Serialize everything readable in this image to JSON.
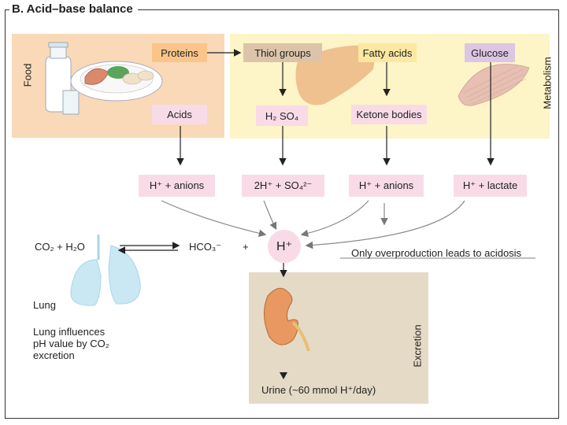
{
  "title": "B. Acid–base balance",
  "regions": {
    "food": "Food",
    "metabolism": "Metabolism",
    "excretion": "Excretion"
  },
  "sources": {
    "proteins": "Proteins",
    "thiol_groups": "Thiol groups",
    "fatty_acids": "Fatty acids",
    "glucose": "Glucose"
  },
  "intermediates": {
    "acids": "Acids",
    "h2so4": "H₂ SO₄",
    "ketone_bodies": "Ketone bodies"
  },
  "products": {
    "h_anions_1": "H⁺ + anions",
    "h_so4": "2H⁺ + SO₄²⁻",
    "h_anions_2": "H⁺ + anions",
    "h_lactate": "H⁺ + lactate"
  },
  "center": {
    "h_ion": "H⁺"
  },
  "equation": {
    "co2_h2o": "CO₂ + H₂O",
    "hco3": "HCO₃⁻",
    "plus": "+"
  },
  "notes": {
    "overproduction": "Only overproduction leads to acidosis",
    "lung": "Lung",
    "lung_influence": "Lung influences pH value by CO₂ excretion",
    "urine": "Urine (~60 mmol H⁺/day)"
  },
  "colors": {
    "food_bg": "#f9d9b7",
    "metabolism_bg": "#fdf4c7",
    "excretion_bg": "#e5dac6",
    "pink_box": "#f9dbe8",
    "proteins_box": "#fbc58a",
    "thiol_box": "#dcc4aa",
    "fatty_box": "#fce8a0",
    "glucose_box": "#dcc6e4",
    "lung": "#c9e8f4"
  }
}
